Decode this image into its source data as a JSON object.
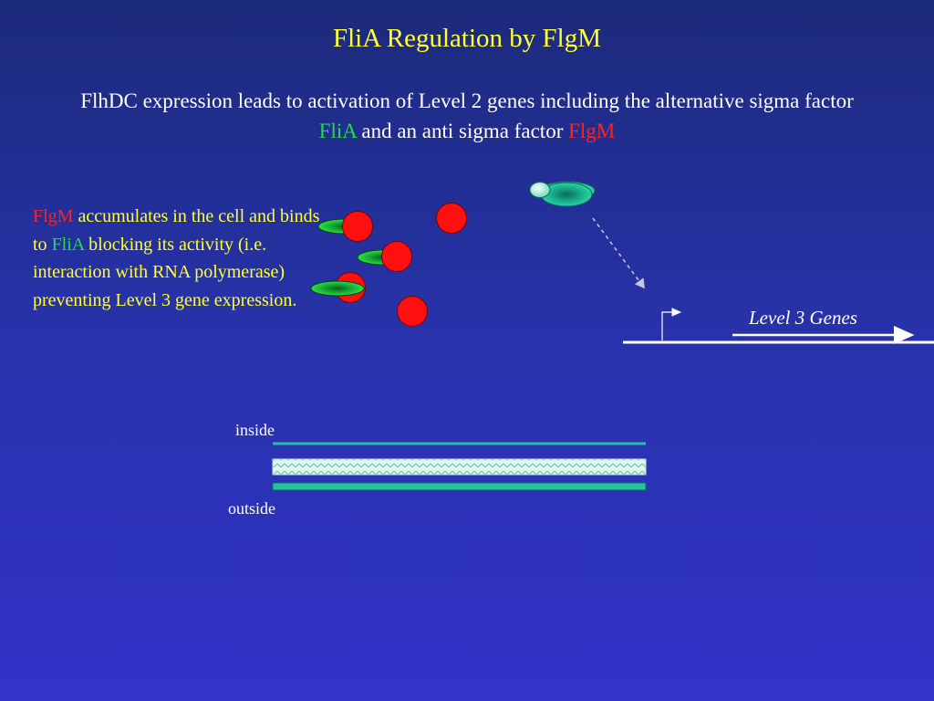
{
  "slide": {
    "title": "FliA Regulation by FlgM",
    "subtitle_part1": "FlhDC expression leads to activation of Level 2 genes including the alternative sigma factor ",
    "subtitle_flia": "FliA",
    "subtitle_part2": " and an anti sigma factor ",
    "subtitle_flgm": "FlgM"
  },
  "description": {
    "flgm": "FlgM",
    "text1": " accumulates in the cell and binds to ",
    "flia": "FliA",
    "text2": " blocking its activity (i.e. interaction with RNA polymerase) preventing Level 3 gene expression."
  },
  "labels": {
    "level3": "Level 3 Genes",
    "inside": "inside",
    "outside": "outside"
  },
  "colors": {
    "title": "#ffff33",
    "flia": "#22dd44",
    "flgm": "#ff2222",
    "membrane": "#22c49c"
  }
}
